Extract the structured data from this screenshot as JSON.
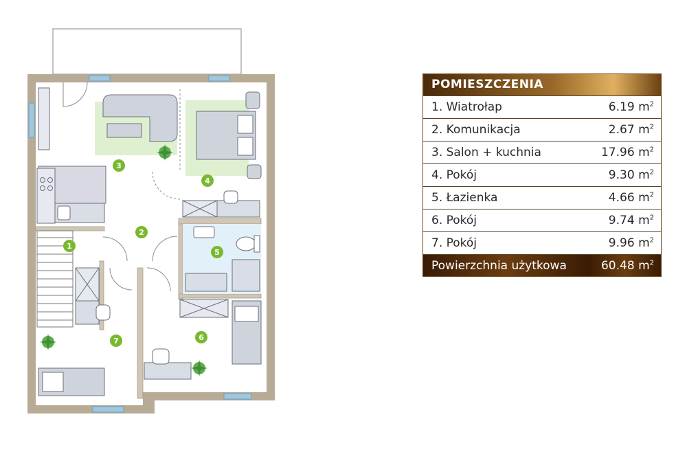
{
  "table": {
    "header": "POMIESZCZENIA",
    "unit": "m",
    "unit_exp": "2",
    "rows": [
      {
        "label": "1. Wiatrołap",
        "value": "6.19"
      },
      {
        "label": "2. Komunikacja",
        "value": "2.67"
      },
      {
        "label": "3. Salon + kuchnia",
        "value": "17.96"
      },
      {
        "label": "4. Pokój",
        "value": "9.30"
      },
      {
        "label": "5. Łazienka",
        "value": "4.66"
      },
      {
        "label": "6. Pokój",
        "value": "9.74"
      },
      {
        "label": "7. Pokój",
        "value": "9.96"
      }
    ],
    "total": {
      "label": "Powierzchnia użytkowa",
      "value": "60.48"
    }
  },
  "plan": {
    "room_markers": [
      "1",
      "2",
      "3",
      "4",
      "5",
      "6",
      "7"
    ],
    "colors": {
      "wall": "#b8ab96",
      "marker": "#7ab830",
      "rug": "#dff0d0",
      "bath_floor": "#e2f0fa",
      "window": "#9ec8e0",
      "furniture": "#cfd3dc"
    }
  }
}
